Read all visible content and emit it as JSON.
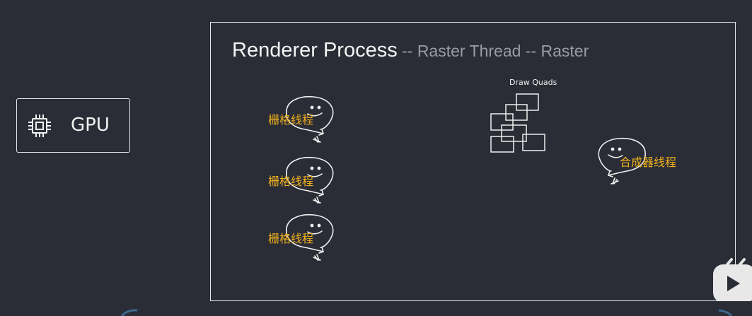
{
  "gpu": {
    "label": "GPU",
    "icon": "chip-icon"
  },
  "renderer": {
    "title_main": "Renderer Process",
    "title_sub": " -- Raster Thread  -- Raster"
  },
  "raster_threads": [
    {
      "label": "栅格线程"
    },
    {
      "label": "栅格线程"
    },
    {
      "label": "栅格线程"
    }
  ],
  "draw_quads": {
    "label": "Draw Quads"
  },
  "compositor_thread": {
    "label": "合成器线程"
  },
  "colors": {
    "background": "#2a2c36",
    "stroke": "#e8e8e8",
    "thread_label": "#f1b21c",
    "subtitle": "#9a9ca4"
  }
}
